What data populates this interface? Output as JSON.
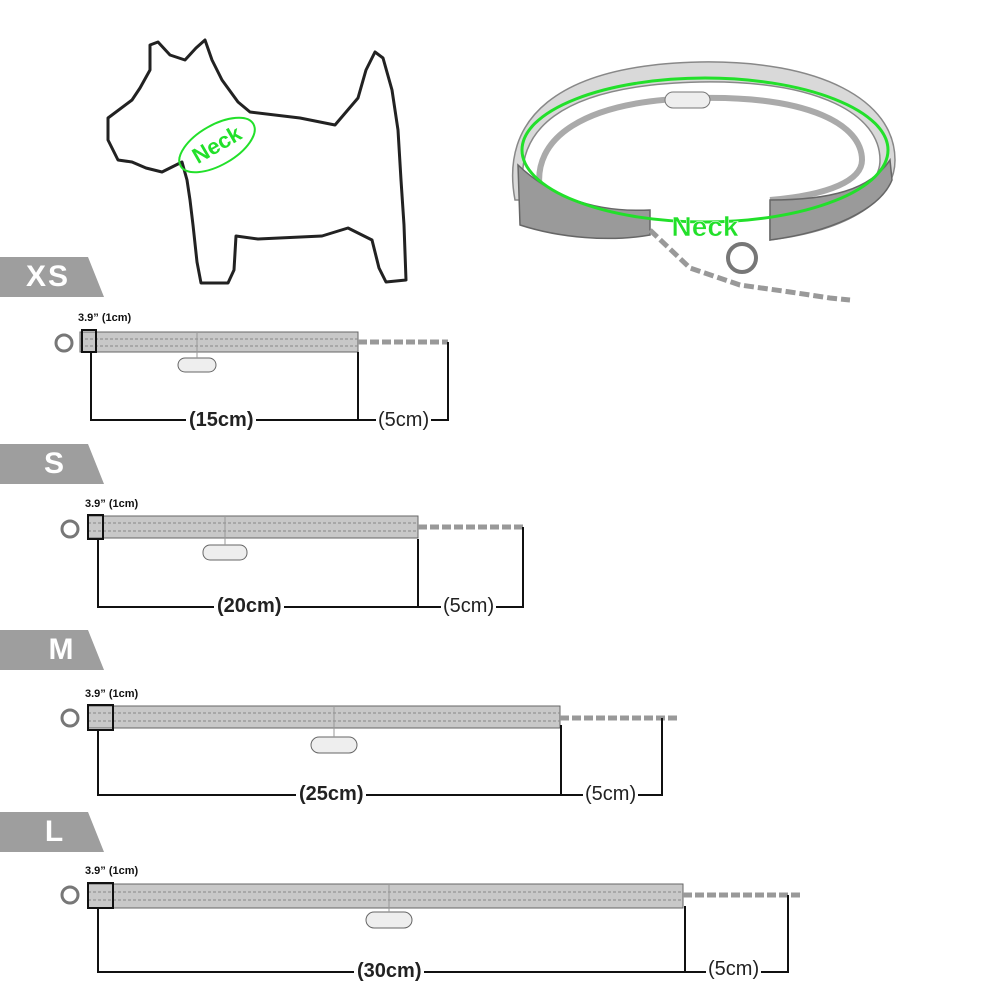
{
  "diagram": {
    "neck_label": "Neck",
    "neck_label_collar": "Neck"
  },
  "sizes": [
    {
      "tag": "XS",
      "clasp_note": "3.9” (1cm)",
      "length_label": "(15cm)",
      "extension_label": "(5cm)"
    },
    {
      "tag": "S",
      "clasp_note": "3.9”  (1cm)",
      "length_label": "(20cm)",
      "extension_label": "(5cm)"
    },
    {
      "tag": "M",
      "clasp_note": "3.9”  (1cm)",
      "length_label": "(25cm)",
      "extension_label": "(5cm)"
    },
    {
      "tag": "L",
      "clasp_note": "3.9”  (1cm)",
      "length_label": "(30cm)",
      "extension_label": "(5cm)"
    }
  ],
  "colors": {
    "tag_gray": "#9e9e9e",
    "neck_green": "#22e02a",
    "outline": "#222222"
  }
}
